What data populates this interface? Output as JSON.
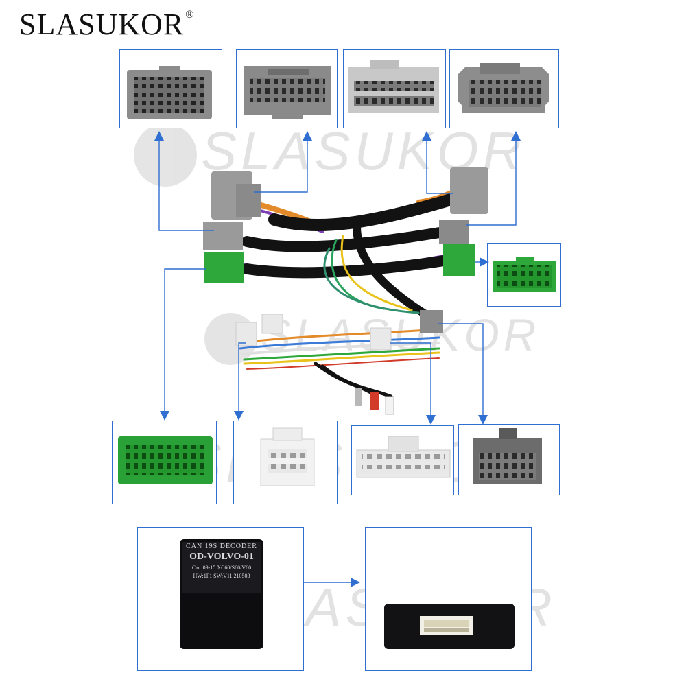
{
  "brand": {
    "name": "SLASUKOR",
    "mark": "®"
  },
  "watermark": {
    "text": "SLASUKOR"
  },
  "decoder": {
    "line1": "CAN 19S DECODER",
    "line2": "OD-VOLVO-01",
    "line3": "Car: 09-15 XC60/S60/V60",
    "line4": "HW:1F1  SW:V11  210503"
  },
  "colors": {
    "frame": "#2f6fd1",
    "connector_grey": "#8e8e8e",
    "connector_green": "#2faa3a",
    "connector_white": "#f1f1f1",
    "cable": "#121212"
  }
}
